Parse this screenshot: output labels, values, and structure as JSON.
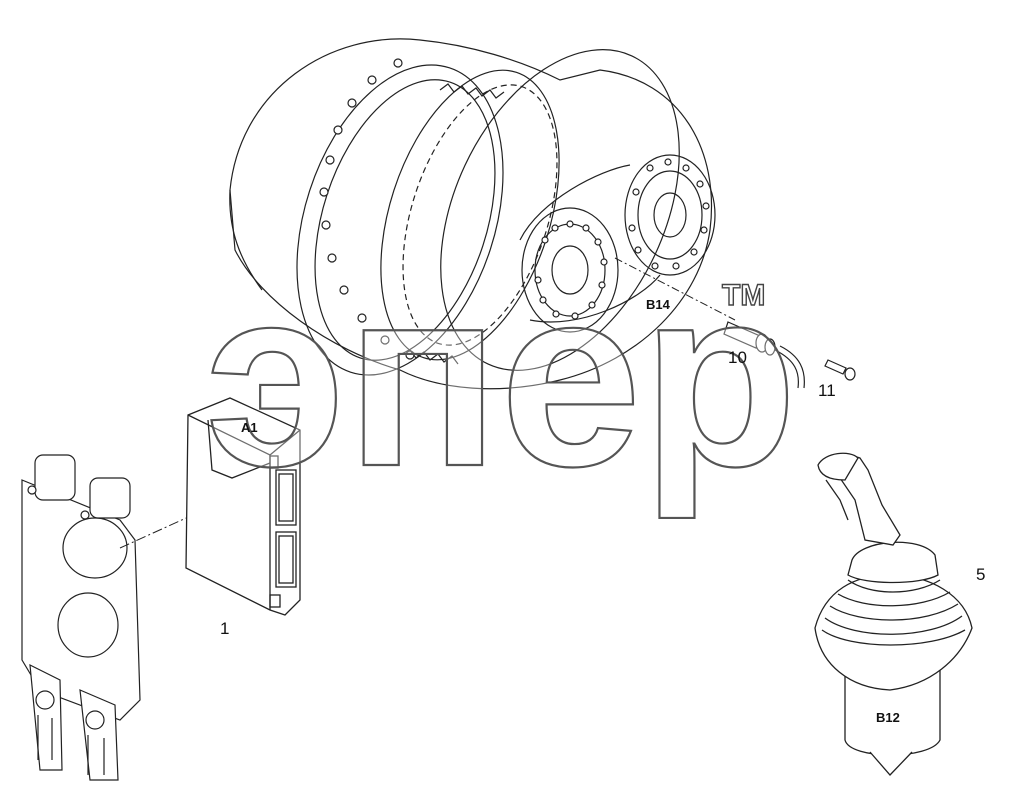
{
  "labels": {
    "item_1": "1",
    "item_5": "5",
    "item_10": "10",
    "item_11": "11",
    "tag_a1": "A1",
    "tag_b12": "B12",
    "tag_b14": "B14"
  },
  "watermark": {
    "text": "эпер",
    "trademark": "TM"
  },
  "colors": {
    "line": "#222222",
    "watermark_outline": "#555555",
    "background": "#ffffff"
  }
}
